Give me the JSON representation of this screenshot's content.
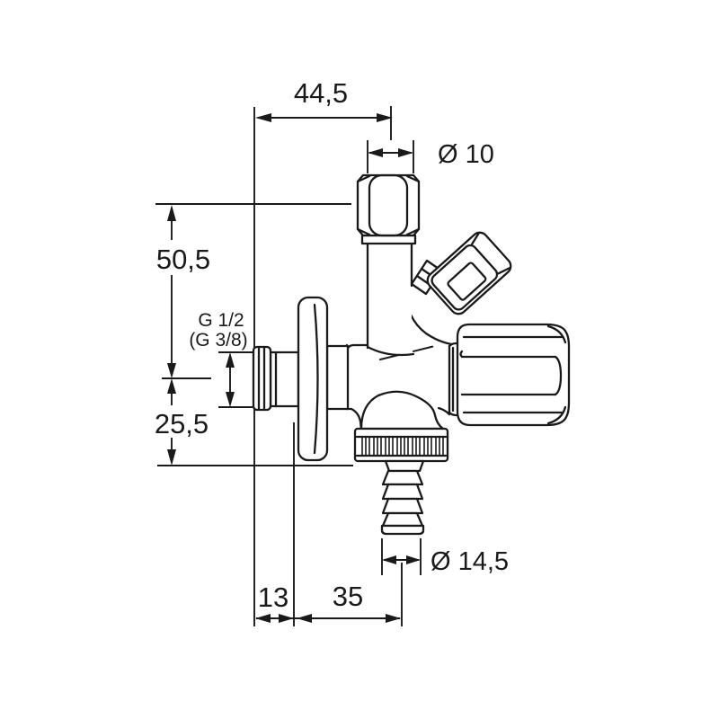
{
  "drawing": {
    "subject": "combination-angle-valve-technical-drawing",
    "background_color": "#ffffff",
    "line_color": "#1a1a1a"
  },
  "dimensions": {
    "top_width": "44,5",
    "inlet_diameter": "Ø 10",
    "upper_height": "50,5",
    "wall_thread": "G 1/2",
    "wall_thread_alt": "(G 3/8)",
    "lower_height": "25,5",
    "bottom_offset_left": "13",
    "bottom_offset_right": "35",
    "hose_diameter": "Ø 14,5"
  }
}
